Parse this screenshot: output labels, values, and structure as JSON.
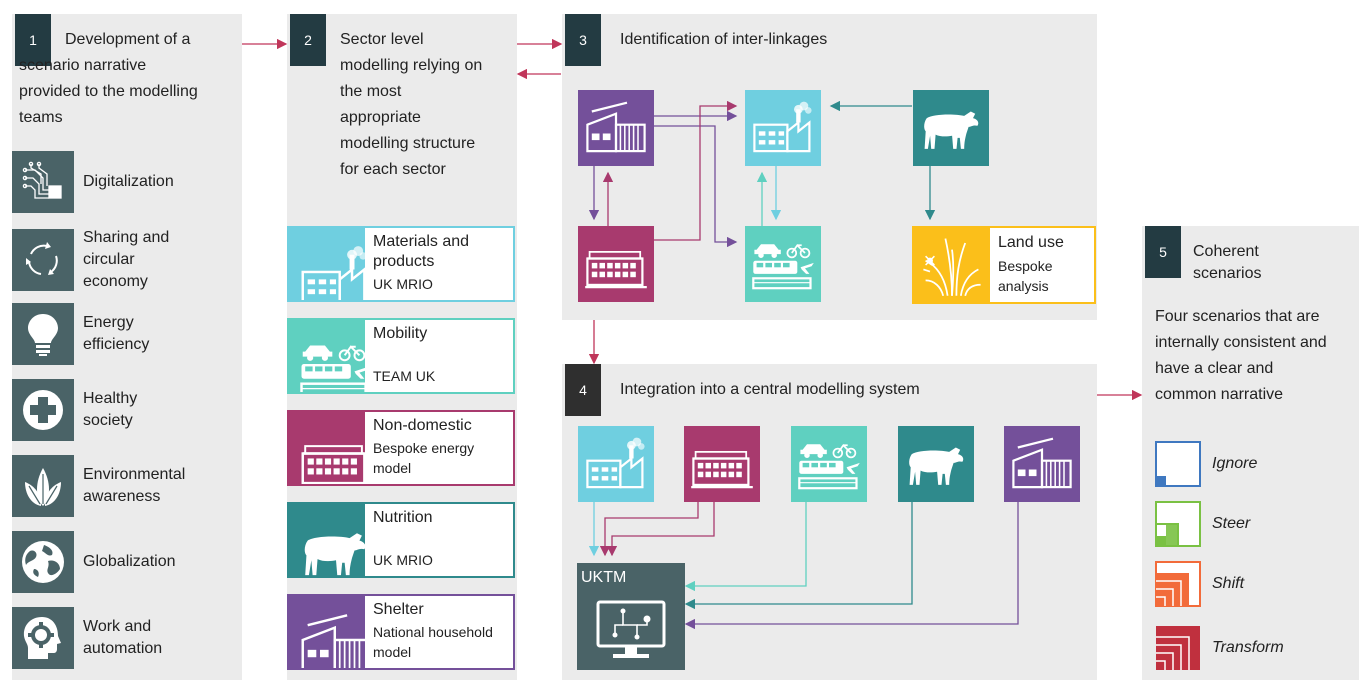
{
  "panel1": {
    "number": "1",
    "title_line1": "Development of a",
    "title_rest": "scenario narrative provided to the modelling teams"
  },
  "drivers": [
    {
      "label": "Digitalization",
      "icon": "circuit-chip-icon"
    },
    {
      "label": "Sharing and circular economy",
      "icon": "circular-arrows-icon"
    },
    {
      "label": "Energy efficiency",
      "icon": "lightbulb-icon"
    },
    {
      "label": "Healthy society",
      "icon": "medical-cross-icon"
    },
    {
      "label": "Environmental awareness",
      "icon": "leaves-icon"
    },
    {
      "label": "Globalization",
      "icon": "globe-icon"
    },
    {
      "label": "Work and automation",
      "icon": "head-gear-icon"
    }
  ],
  "panel2": {
    "number": "2",
    "title_line1": "Sector level",
    "title_rest": "modelling relying on the most appropriate modelling structure for each sector"
  },
  "sectors": [
    {
      "name": "Materials and products",
      "model": "UK MRIO",
      "color": "#6fcfe0",
      "icon": "factory-icon"
    },
    {
      "name": "Mobility",
      "model": "TEAM UK",
      "color": "#5fd0c0",
      "icon": "transport-icon"
    },
    {
      "name": "Non-domestic",
      "model": "Bespoke energy model",
      "color": "#a83a6e",
      "icon": "commercial-building-icon"
    },
    {
      "name": "Nutrition",
      "model": "UK MRIO",
      "color": "#2f8a8c",
      "icon": "cow-icon"
    },
    {
      "name": "Shelter",
      "model": "National household model",
      "color": "#74509a",
      "icon": "house-icon"
    }
  ],
  "panel3": {
    "number": "3",
    "title": "Identification of inter-linkages",
    "landuse_name": "Land use",
    "landuse_model": "Bespoke analysis"
  },
  "panel4": {
    "number": "4",
    "title": "Integration into a central modelling system",
    "uktm_label": "UKTM"
  },
  "panel5": {
    "number": "5",
    "title": "Coherent scenarios",
    "description": "Four scenarios that are internally consistent and have a clear and common narrative"
  },
  "scenarios": [
    {
      "label": "Ignore",
      "color": "#3f78c0"
    },
    {
      "label": "Steer",
      "color": "#7ac143"
    },
    {
      "label": "Shift",
      "color": "#f26b3a"
    },
    {
      "label": "Transform",
      "color": "#c0303e"
    }
  ],
  "colors": {
    "panel_bg": "#ebebeb",
    "number_box": "#233b42",
    "arrow": "#c0365a",
    "materials": "#6fcfe0",
    "mobility": "#5fd0c0",
    "nondomestic": "#a83a6e",
    "nutrition": "#2f8a8c",
    "shelter": "#74509a",
    "landuse": "#fbbf1a",
    "uktm": "#4a6367"
  }
}
